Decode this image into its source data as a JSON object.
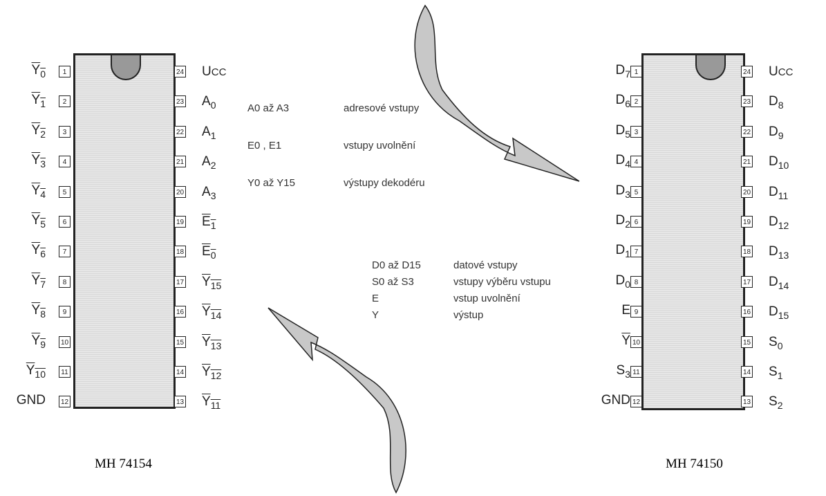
{
  "chips": [
    {
      "caption": "MH 74154",
      "left_labels": [
        "Y0",
        "Y1",
        "Y2",
        "Y3",
        "Y4",
        "Y5",
        "Y6",
        "Y7",
        "Y8",
        "Y9",
        "Y10",
        "GND"
      ],
      "left_overline": [
        true,
        true,
        true,
        true,
        true,
        true,
        true,
        true,
        true,
        true,
        true,
        false
      ],
      "left_pins": [
        "1",
        "2",
        "3",
        "4",
        "5",
        "6",
        "7",
        "8",
        "9",
        "10",
        "11",
        "12"
      ],
      "right_pins": [
        "24",
        "23",
        "22",
        "21",
        "20",
        "19",
        "18",
        "17",
        "16",
        "15",
        "14",
        "13"
      ],
      "right_labels": [
        "UCC",
        "A0",
        "A1",
        "A2",
        "A3",
        "E1",
        "E0",
        "Y15",
        "Y14",
        "Y13",
        "Y12",
        "Y11"
      ],
      "right_overline": [
        false,
        false,
        false,
        false,
        false,
        true,
        true,
        true,
        true,
        true,
        true,
        true
      ]
    },
    {
      "caption": "MH 74150",
      "left_labels": [
        "D7",
        "D6",
        "D5",
        "D4",
        "D3",
        "D2",
        "D1",
        "D0",
        "E",
        "Y",
        "S3",
        "GND"
      ],
      "left_overline": [
        false,
        false,
        false,
        false,
        false,
        false,
        false,
        false,
        false,
        true,
        false,
        false
      ],
      "left_pins": [
        "1",
        "2",
        "3",
        "4",
        "5",
        "6",
        "7",
        "8",
        "9",
        "10",
        "11",
        "12"
      ],
      "right_pins": [
        "24",
        "23",
        "22",
        "21",
        "20",
        "19",
        "18",
        "17",
        "16",
        "15",
        "14",
        "13"
      ],
      "right_labels": [
        "UCC",
        "D8",
        "D9",
        "D10",
        "D11",
        "D12",
        "D13",
        "D14",
        "D15",
        "S0",
        "S1",
        "S2"
      ],
      "right_overline": [
        false,
        false,
        false,
        false,
        false,
        false,
        false,
        false,
        false,
        false,
        false,
        false
      ]
    }
  ],
  "legend_top": [
    {
      "term": "A0 až A3",
      "desc": "adresové vstupy"
    },
    {
      "term": "E0 , E1",
      "desc": "vstupy uvolnění"
    },
    {
      "term": "Y0  až  Y15",
      "desc": "výstupy dekodéru"
    }
  ],
  "legend_bottom": [
    {
      "term": "D0 až D15",
      "desc": "datové vstupy"
    },
    {
      "term": "S0 až S3",
      "desc": "vstupy výběru vstupu"
    },
    {
      "term": "E",
      "desc": "vstup uvolnění"
    },
    {
      "term": "Y",
      "desc": "výstup"
    }
  ],
  "colors": {
    "chip_fill": "#e6e6e6",
    "notch_fill": "#999999",
    "arrow_fill": "#c8c8c8"
  }
}
